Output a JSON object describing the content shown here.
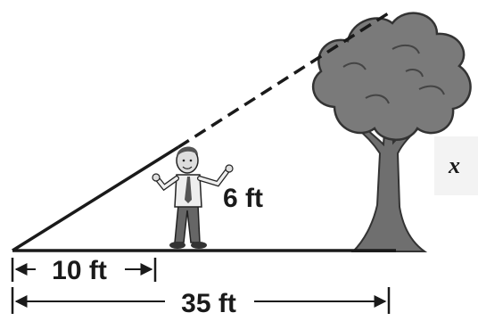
{
  "labels": {
    "person_height": "6 ft",
    "short_distance": "10 ft",
    "long_distance": "35 ft",
    "tree_height": "x"
  }
}
